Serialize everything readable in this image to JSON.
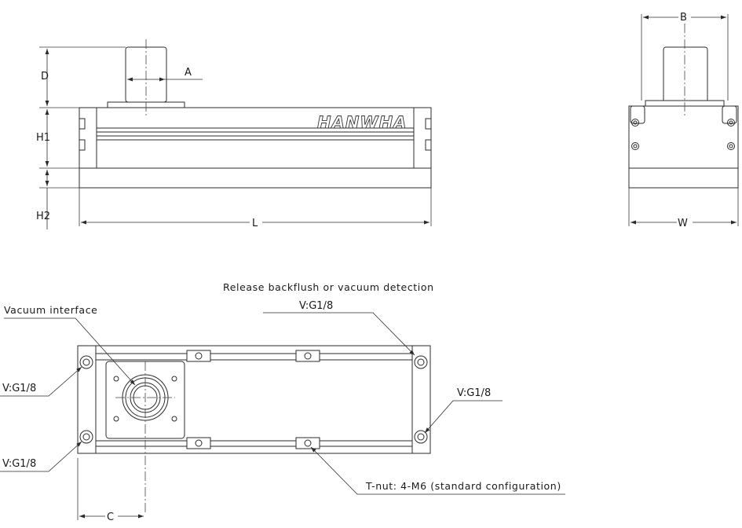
{
  "brand": {
    "logo_text": "HANWHA"
  },
  "dimensions": {
    "A": "A",
    "B": "B",
    "C": "C",
    "D": "D",
    "H1": "H1",
    "H2": "H2",
    "L": "L",
    "W": "W"
  },
  "callouts": {
    "release_backflush": "Release backflush or vacuum detection",
    "release_port": "V:G1/8",
    "vacuum_interface": "Vacuum interface",
    "left_top_port": "V:G1/8",
    "left_bottom_port": "V:G1/8",
    "right_port": "V:G1/8",
    "t_nut": "T-nut: 4-M6 (standard configuration)"
  }
}
